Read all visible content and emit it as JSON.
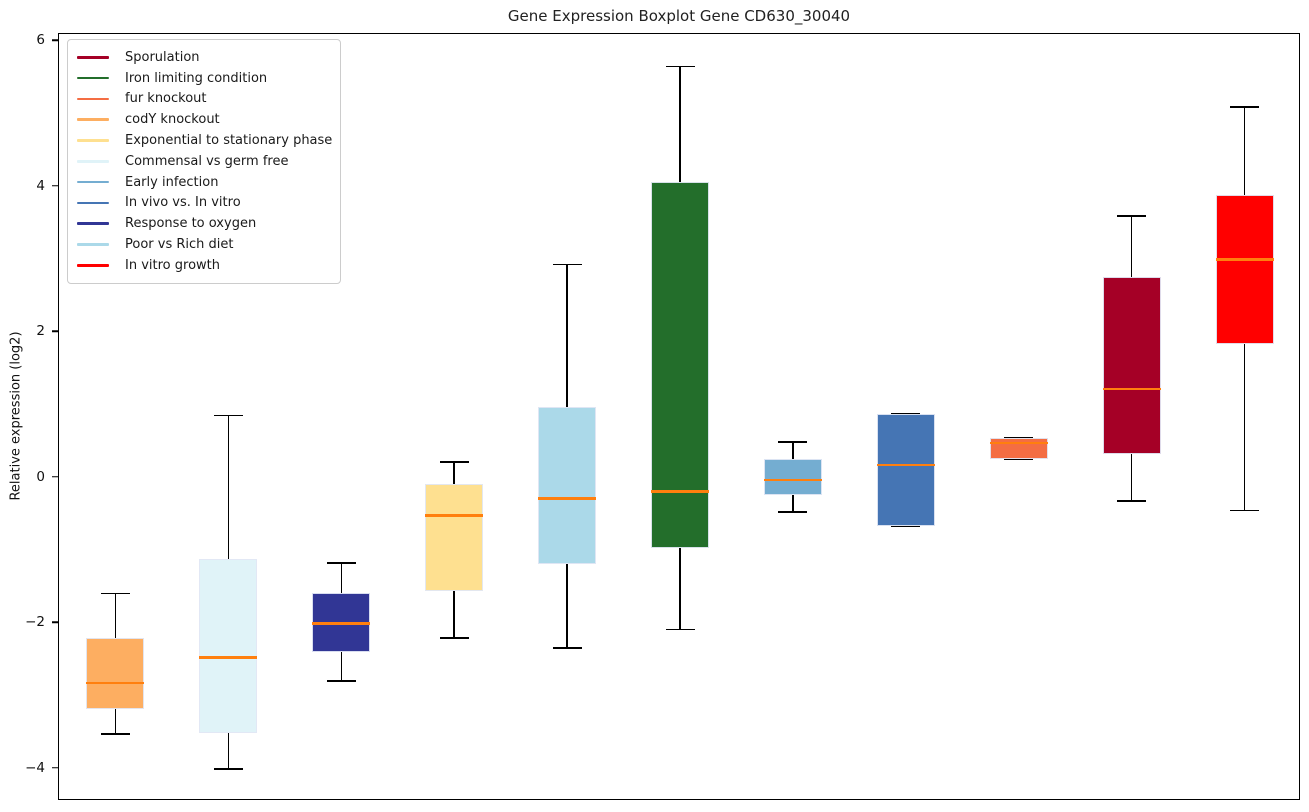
{
  "title": "Gene Expression Boxplot Gene CD630_30040",
  "ylabel": "Relative expression (log2)",
  "legend": {
    "position": "upper-left",
    "items": [
      {
        "label": "Sporulation",
        "color": "#A50026"
      },
      {
        "label": "Iron limiting condition",
        "color": "#236E2B"
      },
      {
        "label": "fur knockout",
        "color": "#F46D43"
      },
      {
        "label": "codY knockout",
        "color": "#FDAE61"
      },
      {
        "label": "Exponential to stationary phase",
        "color": "#FEE090"
      },
      {
        "label": "Commensal vs germ free",
        "color": "#E0F3F8"
      },
      {
        "label": "Early infection",
        "color": "#74ADD1"
      },
      {
        "label": "In vivo vs. In vitro",
        "color": "#4575B4"
      },
      {
        "label": "Response to oxygen",
        "color": "#313695"
      },
      {
        "label": "Poor vs Rich diet",
        "color": "#ABD9E9"
      },
      {
        "label": "In vitro growth",
        "color": "#FF0000"
      }
    ]
  },
  "chart_data": {
    "type": "boxplot",
    "title": "Gene Expression Boxplot Gene CD630_30040",
    "xlabel": "",
    "ylabel": "Relative expression (log2)",
    "ylim": [
      -4.44,
      6.1
    ],
    "yticks": [
      6,
      4,
      2,
      0,
      -2,
      -4
    ],
    "yticklabels": [
      "6",
      "4",
      "2",
      "0",
      "−2",
      "−4"
    ],
    "grid": false,
    "x_ticklabels_shown": false,
    "median_color": "#ff7f0e",
    "whisker_color": "#000000",
    "series": [
      {
        "name": "codY knockout",
        "color": "#FDAE61",
        "whisker_low": -3.52,
        "q1": -3.17,
        "median": -2.82,
        "q3": -2.2,
        "whisker_high": -1.59
      },
      {
        "name": "Commensal vs germ free",
        "color": "#E0F3F8",
        "whisker_low": -4.0,
        "q1": -3.51,
        "median": -2.47,
        "q3": -1.11,
        "whisker_high": 0.86
      },
      {
        "name": "Response to oxygen",
        "color": "#313695",
        "whisker_low": -2.79,
        "q1": -2.39,
        "median": -2.0,
        "q3": -1.58,
        "whisker_high": -1.17
      },
      {
        "name": "Exponential to stationary phase",
        "color": "#FEE090",
        "whisker_low": -2.2,
        "q1": -1.56,
        "median": -0.52,
        "q3": -0.09,
        "whisker_high": 0.22
      },
      {
        "name": "Poor vs Rich diet",
        "color": "#ABD9E9",
        "whisker_low": -2.34,
        "q1": -1.18,
        "median": -0.28,
        "q3": 0.98,
        "whisker_high": 2.93
      },
      {
        "name": "Iron limiting condition",
        "color": "#236E2B",
        "whisker_low": -2.08,
        "q1": -0.96,
        "median": -0.19,
        "q3": 4.06,
        "whisker_high": 5.65
      },
      {
        "name": "Early infection",
        "color": "#74ADD1",
        "whisker_low": -0.47,
        "q1": -0.23,
        "median": -0.03,
        "q3": 0.26,
        "whisker_high": 0.49
      },
      {
        "name": "In vivo vs. In vitro",
        "color": "#4575B4",
        "whisker_low": -0.66,
        "q1": -0.66,
        "median": 0.18,
        "q3": 0.88,
        "whisker_high": 0.88
      },
      {
        "name": "fur knockout",
        "color": "#F46D43",
        "whisker_low": 0.26,
        "q1": 0.26,
        "median": 0.48,
        "q3": 0.55,
        "whisker_high": 0.55
      },
      {
        "name": "Sporulation",
        "color": "#A50026",
        "whisker_low": -0.32,
        "q1": 0.33,
        "median": 1.22,
        "q3": 2.76,
        "whisker_high": 3.6
      },
      {
        "name": "In vitro growth",
        "color": "#FF0000",
        "whisker_low": -0.45,
        "q1": 1.84,
        "median": 3.0,
        "q3": 3.89,
        "whisker_high": 5.1
      }
    ]
  }
}
